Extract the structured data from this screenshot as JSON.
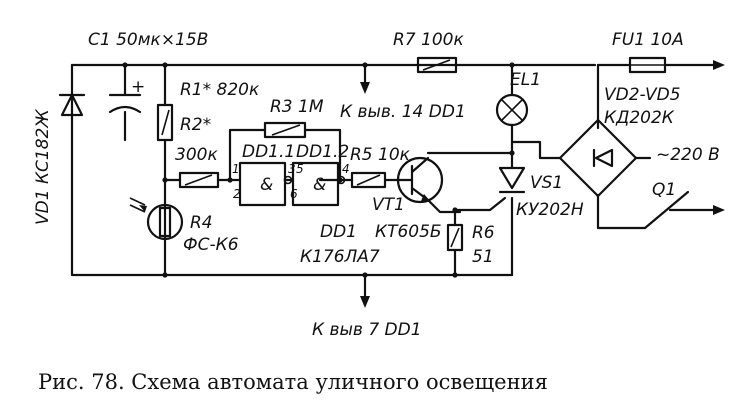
{
  "labels": {
    "c1": "C1 50мк×15В",
    "vd1": "VD1 КС182Ж",
    "r7": "R7 100к",
    "fu1": "FU1 10А",
    "r1": "R1* 820к",
    "r2": "R2*",
    "r2_value": "300к",
    "r3": "R3 1М",
    "pin14": "К выв. 14 DD1",
    "el1": "EL1",
    "vd2": "VD2-VD5",
    "kd202": "КД202К",
    "mains": "~220 В",
    "dd11": "DD1.1",
    "dd12": "DD1.2",
    "and1": "&",
    "and2": "&",
    "r5": "R5 10к",
    "pin1": "1",
    "pin2": "2",
    "pin3": "3",
    "pin5": "5",
    "pin6": "6",
    "pin4": "4",
    "vs1": "VS1",
    "ku202": "КУ202Н",
    "q1": "Q1",
    "r4": "R4",
    "fsk6": "ФС-К6",
    "dd1": "DD1",
    "k176": "К176ЛА7",
    "vt1": "VT1",
    "kt605": "КТ605Б",
    "r6": "R6",
    "r6_value": "51",
    "pin7": "К выв 7 DD1"
  },
  "caption": "Рис. 78. Схема автомата уличного освещения"
}
